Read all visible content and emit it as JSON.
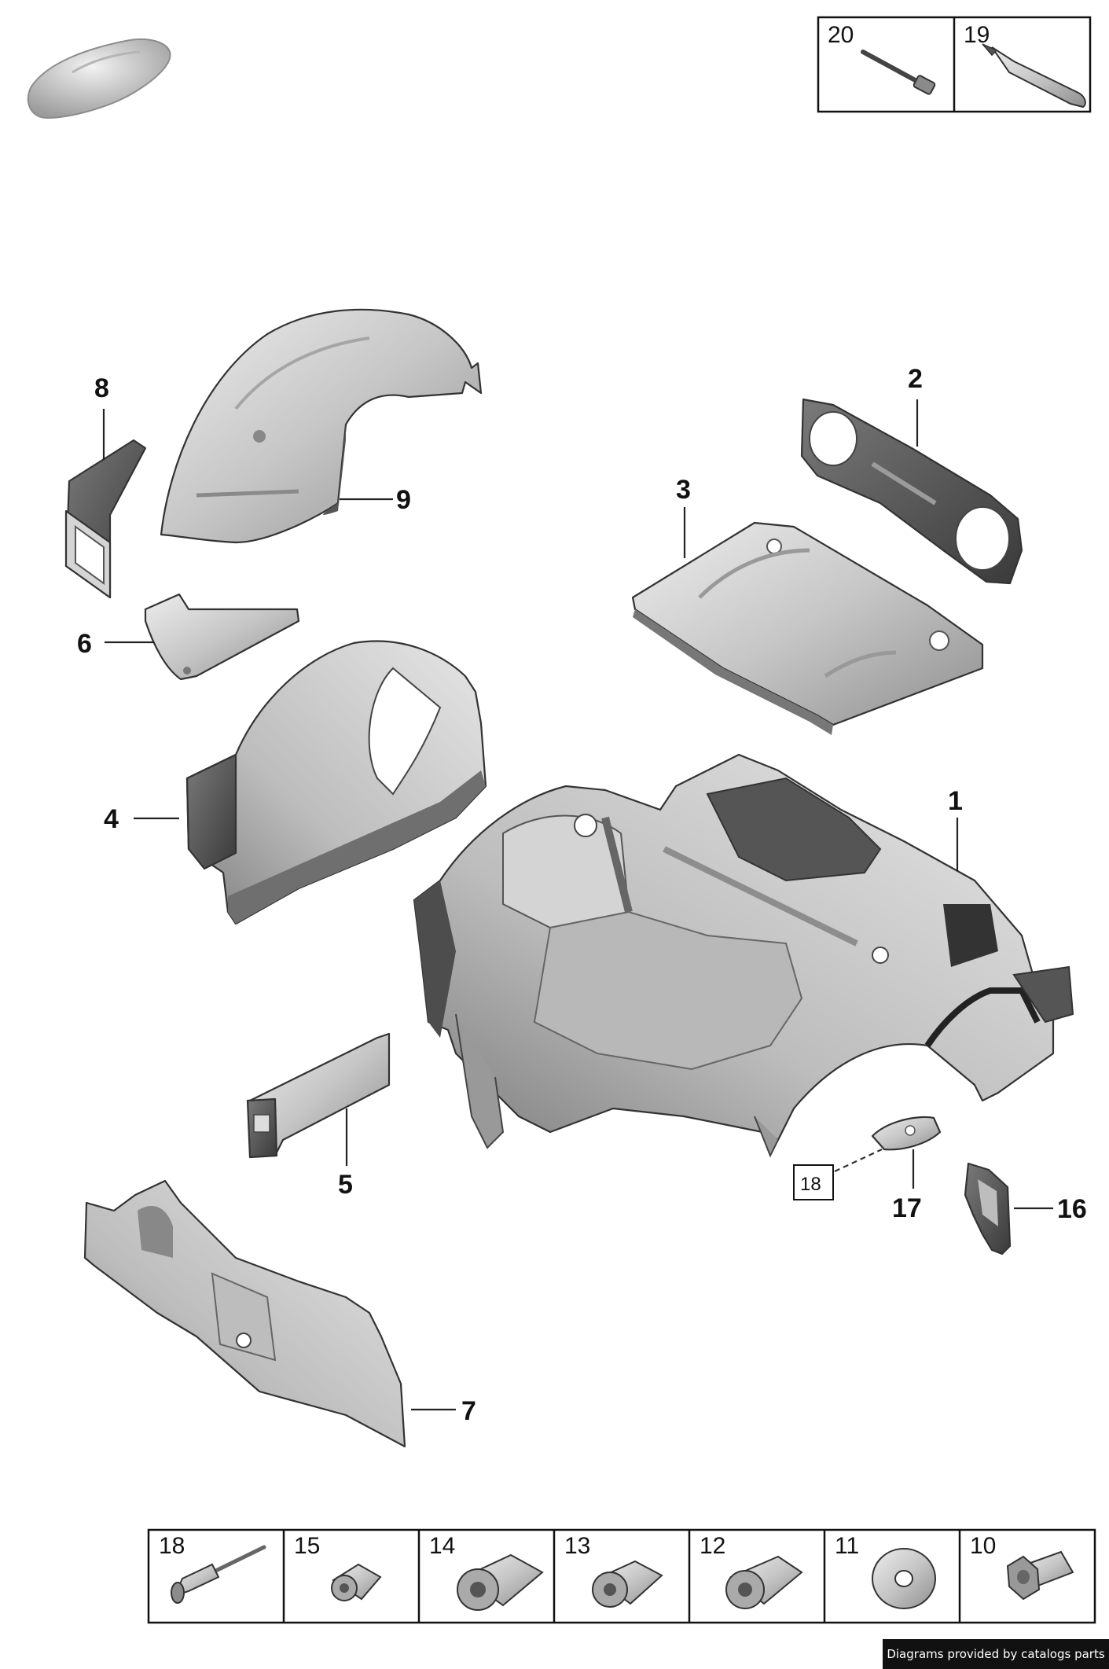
{
  "callouts": {
    "c1": "1",
    "c2": "2",
    "c3": "3",
    "c4": "4",
    "c5": "5",
    "c6": "6",
    "c7": "7",
    "c8": "8",
    "c9": "9",
    "c16": "16",
    "c17": "17",
    "c18": "18"
  },
  "top_table": [
    {
      "label": "20",
      "icon": "pin-icon"
    },
    {
      "label": "19",
      "icon": "sealant-tube-icon"
    }
  ],
  "bottom_table": [
    {
      "label": "18",
      "icon": "rivet-icon"
    },
    {
      "label": "15",
      "icon": "spacer-sleeve-icon"
    },
    {
      "label": "14",
      "icon": "spacer-sleeve-icon"
    },
    {
      "label": "13",
      "icon": "spacer-sleeve-icon"
    },
    {
      "label": "12",
      "icon": "spacer-sleeve-icon"
    },
    {
      "label": "11",
      "icon": "washer-icon"
    },
    {
      "label": "10",
      "icon": "bolt-nut-icon"
    }
  ],
  "credit": "Diagrams provided by catalogs parts",
  "colors": {
    "part_fill": "#c9c9c9",
    "part_dark": "#6a6a6a",
    "outline": "#222222"
  }
}
